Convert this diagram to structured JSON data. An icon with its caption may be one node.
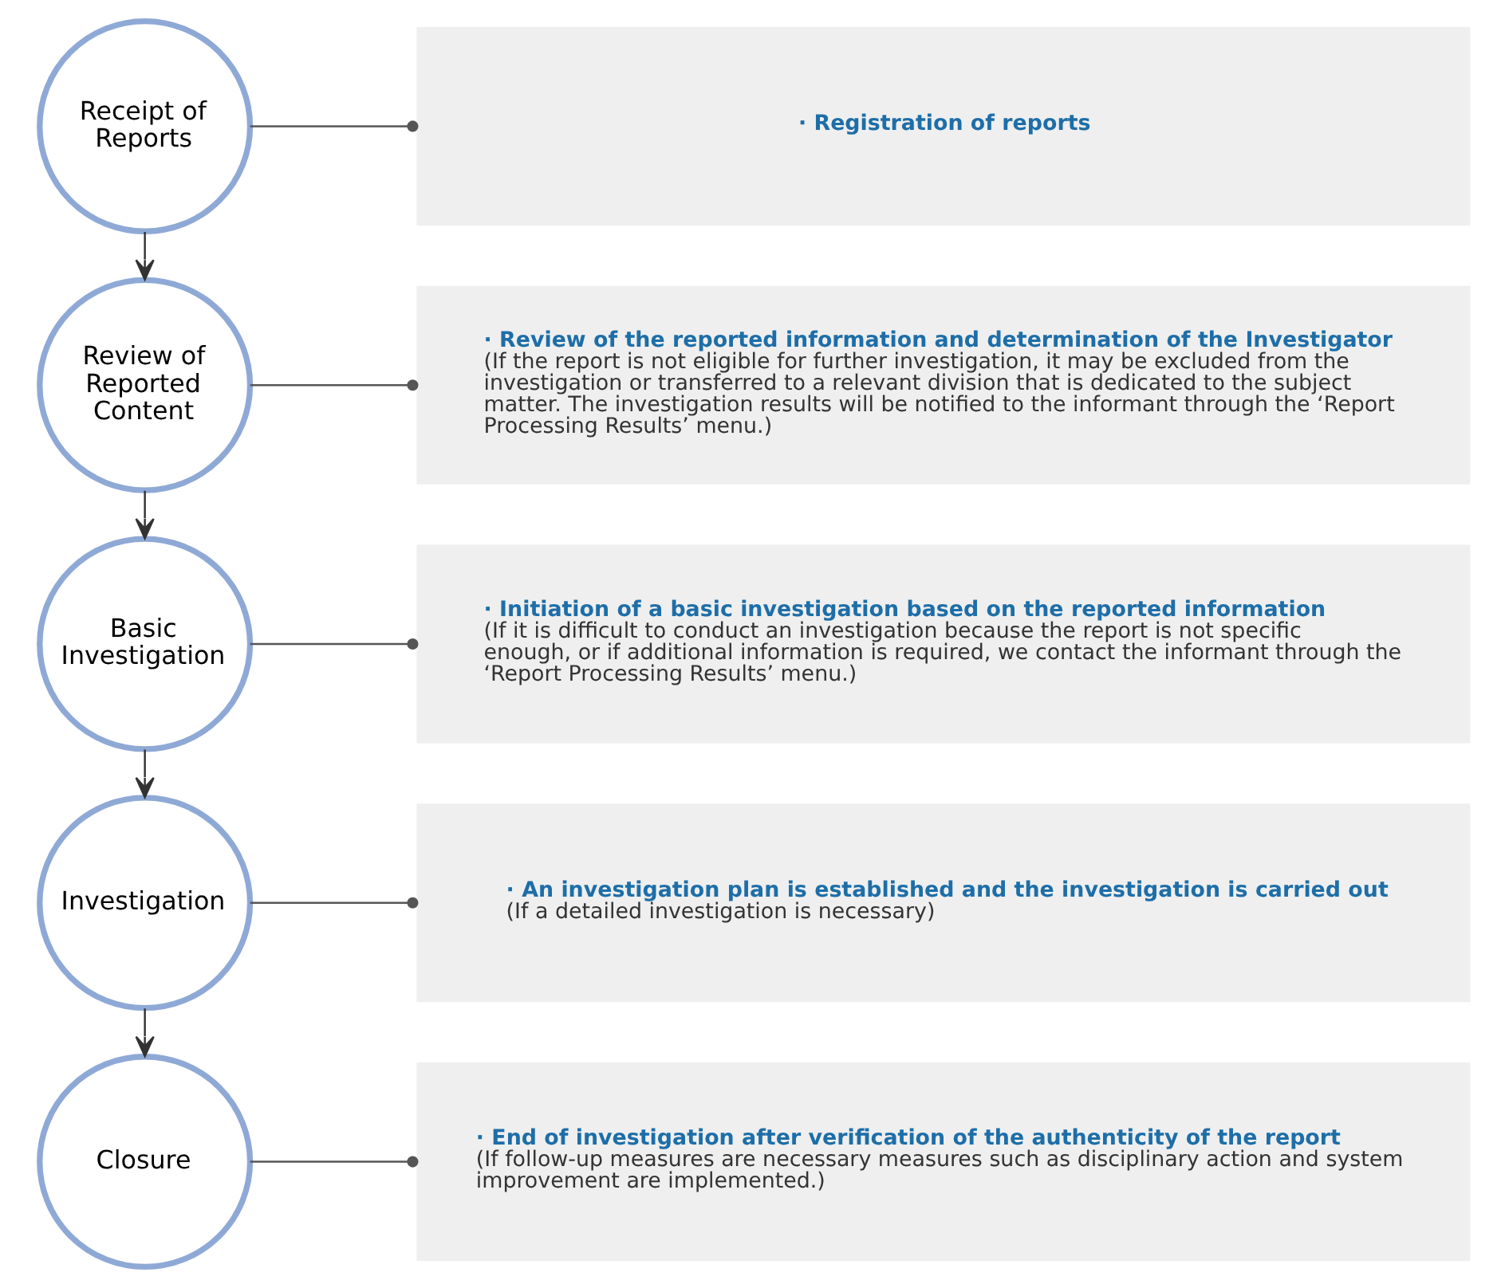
{
  "diagram": {
    "nodes": [
      {
        "text": [
          "Receipt of Reports"
        ]
      },
      {
        "text": [
          "· Registration of reports"
        ]
      },
      {
        "text": [
          "Review of Reported Content"
        ]
      },
      {
        "text": [
          "· Review of the reported information and determination of the Investigator",
          "(If the report is not eligible for further investigation, it may be excluded from the investigation or transferred to a relevant division that is dedicated to the subject matter. The investigation results will be notified to the informant through the ‘Report Processing Results’ menu.)"
        ]
      },
      {
        "text": [
          "Basic Investigation"
        ]
      },
      {
        "text": [
          "· Initiation of a basic investigation based on the reported information",
          "(If it is difficult to conduct an investigation because the report is not specific enough, or if additional information is required, we contact the informant through the ‘Report Processing Results’ menu.)"
        ]
      },
      {
        "text": [
          "Investigation"
        ]
      },
      {
        "text": [
          "· An investigation plan is established and the investigation is carried out",
          "(If a detailed investigation is necessary)"
        ]
      },
      {
        "text": [
          "Closure"
        ]
      },
      {
        "text": [
          "· End of investigation after verification of the authenticity of the report",
          "(If follow-up measures are necessary measures such as disciplinary action and system improvement are implemented.)"
        ]
      }
    ],
    "edges": [
      {
        "from": 0,
        "to": 1,
        "arrow": "other"
      },
      {
        "from": 0,
        "to": 2,
        "arrow": "to"
      },
      {
        "from": 2,
        "to": 3,
        "arrow": "other"
      },
      {
        "from": 2,
        "to": 4,
        "arrow": "to"
      },
      {
        "from": 4,
        "to": 5,
        "arrow": "other"
      },
      {
        "from": 4,
        "to": 6,
        "arrow": "to"
      },
      {
        "from": 6,
        "to": 7,
        "arrow": "other"
      },
      {
        "from": 6,
        "to": 8,
        "arrow": "to"
      },
      {
        "from": 8,
        "to": 9,
        "arrow": "other"
      }
    ]
  }
}
